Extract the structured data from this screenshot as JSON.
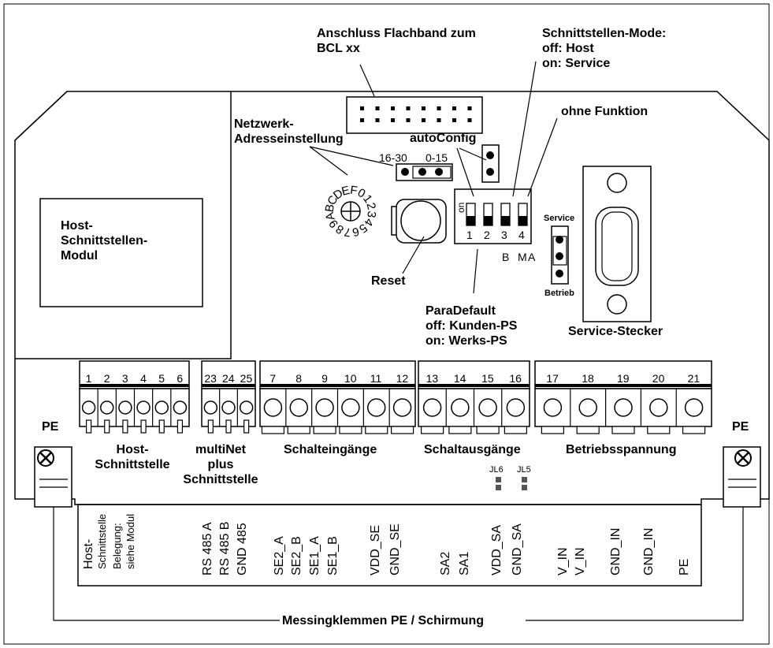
{
  "labels": {
    "anschluss": [
      "Anschluss Flachband zum",
      "BCL xx"
    ],
    "schnittstellen_mode": [
      "Schnittstellen-Mode:",
      "off: Host",
      "on: Service"
    ],
    "ohne_funktion": "ohne Funktion",
    "netzwerk": [
      "Netzwerk-",
      "Adresseinstellung"
    ],
    "autoconfig": "autoConfig",
    "host_modul": [
      "Host-",
      "Schnittstellen-",
      "Modul"
    ],
    "reset": "Reset",
    "paradefault": [
      "ParaDefault",
      "off: Kunden-PS",
      "on: Werks-PS"
    ],
    "service_stecker": "Service-Stecker",
    "service": "Service",
    "betrieb": "Betrieb",
    "pe_left": "PE",
    "pe_right": "PE",
    "host_schnittstelle": [
      "Host-",
      "Schnittstelle"
    ],
    "multinet": [
      "multiNet",
      "plus",
      "Schnittstelle"
    ],
    "schalteingaenge": "Schalteingänge",
    "schaltausgaenge": "Schaltausgänge",
    "betriebsspannung": "Betriebsspannung",
    "messing": "Messingklemmen PE / Schirmung",
    "jl6": "JL6",
    "jl5": "JL5"
  },
  "jumper": {
    "left": "16-30",
    "right": "0-15"
  },
  "dip": {
    "on": "on",
    "numbers": [
      "1",
      "2",
      "3",
      "4"
    ],
    "below": [
      "B",
      "M",
      "A"
    ]
  },
  "rotary_chars": [
    "F",
    "0",
    "1",
    "2",
    "3",
    "4",
    "5",
    "6",
    "7",
    "8",
    "9",
    "A",
    "B",
    "C",
    "D",
    "E"
  ],
  "terminal_groups": [
    {
      "pins": [
        "1",
        "2",
        "3",
        "4",
        "5",
        "6"
      ]
    },
    {
      "pins": [
        "23",
        "24",
        "25"
      ]
    },
    {
      "pins": [
        "7",
        "8",
        "9",
        "10",
        "11",
        "12"
      ]
    },
    {
      "pins": [
        "13",
        "14",
        "15",
        "16"
      ]
    },
    {
      "pins": [
        "17",
        "18",
        "19",
        "20",
        "21"
      ]
    }
  ],
  "assignments": {
    "host": [
      "Host-",
      "Schnittstelle",
      "Belegung:",
      "siehe Modul"
    ],
    "signals": [
      "RS 485 A",
      "RS 485 B",
      "GND 485",
      "SE2_A",
      "SE2_B",
      "SE1_A",
      "SE1_B",
      "VDD_SE",
      "GND_SE",
      "SA2",
      "SA1",
      "VDD_SA",
      "GND_SA",
      "V_IN",
      "V_IN",
      "GND_IN",
      "GND_IN",
      "PE"
    ]
  }
}
